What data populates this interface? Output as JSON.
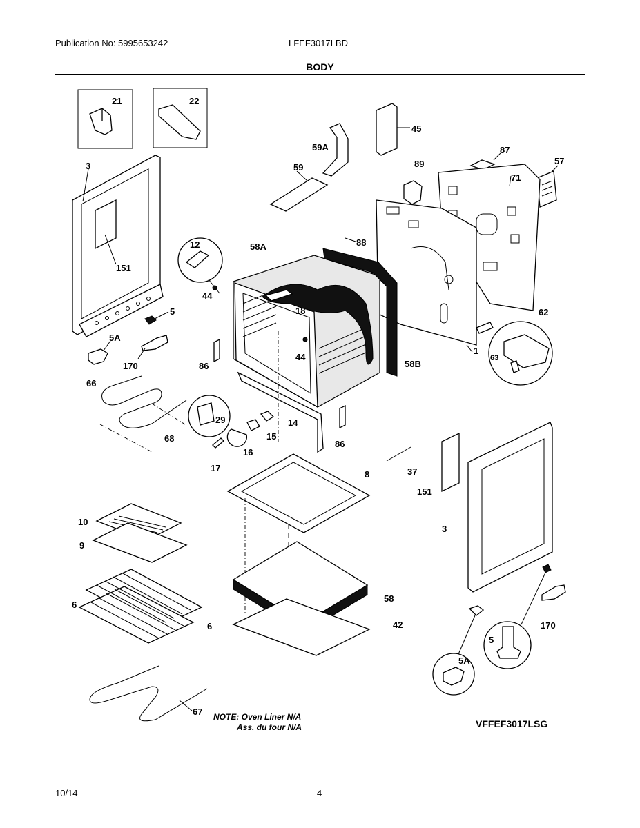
{
  "header": {
    "publication": "Publication No: 5995653242",
    "model": "LFEF3017LBD",
    "section": "BODY"
  },
  "footer": {
    "date": "10/14",
    "page": "4"
  },
  "note": {
    "line1": "NOTE: Oven Liner N/A",
    "line2": "Ass. du four N/A"
  },
  "diagram_model": "VFFEF3017LSG",
  "callouts": {
    "c21": "21",
    "c22": "22",
    "c3a": "3",
    "c151a": "151",
    "c45": "45",
    "c59a": "59A",
    "c59": "59",
    "c87": "87",
    "c57": "57",
    "c89": "89",
    "c71": "71",
    "c12": "12",
    "c58a": "58A",
    "c88": "88",
    "c44a": "44",
    "c18": "18",
    "c5a": "5",
    "c5aa": "5A",
    "c170a": "170",
    "c62": "62",
    "c1": "1",
    "c63": "63",
    "c44b": "44",
    "c86a": "86",
    "c58b": "58B",
    "c66": "66",
    "c29": "29",
    "c14": "14",
    "c15": "15",
    "c68": "68",
    "c86b": "86",
    "c16": "16",
    "c17": "17",
    "c37": "37",
    "c8": "8",
    "c151b": "151",
    "c10": "10",
    "c9": "9",
    "c3b": "3",
    "c6a": "6",
    "c6b": "6",
    "c58": "58",
    "c42": "42",
    "c170b": "170",
    "c5b": "5",
    "c5ab": "5A",
    "c67": "67"
  }
}
